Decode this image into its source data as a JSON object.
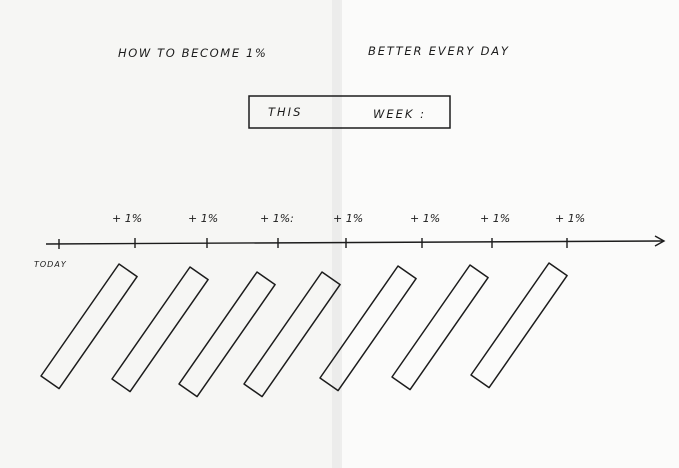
{
  "title": {
    "part1": "HOW TO BECOME 1%",
    "part2": "BETTER EVERY DAY"
  },
  "week_box": {
    "label1": "THIS",
    "label2": "WEEK :"
  },
  "timeline": {
    "start_label": "TODAY",
    "increments": [
      "+ 1%",
      "+ 1%",
      "+ 1%:",
      "+ 1%",
      "+ 1%",
      "+ 1%",
      "+ 1%"
    ]
  },
  "colors": {
    "ink": "#1c1c1c",
    "paper_left": "#f6f6f4",
    "paper_right": "#fbfbfa"
  }
}
